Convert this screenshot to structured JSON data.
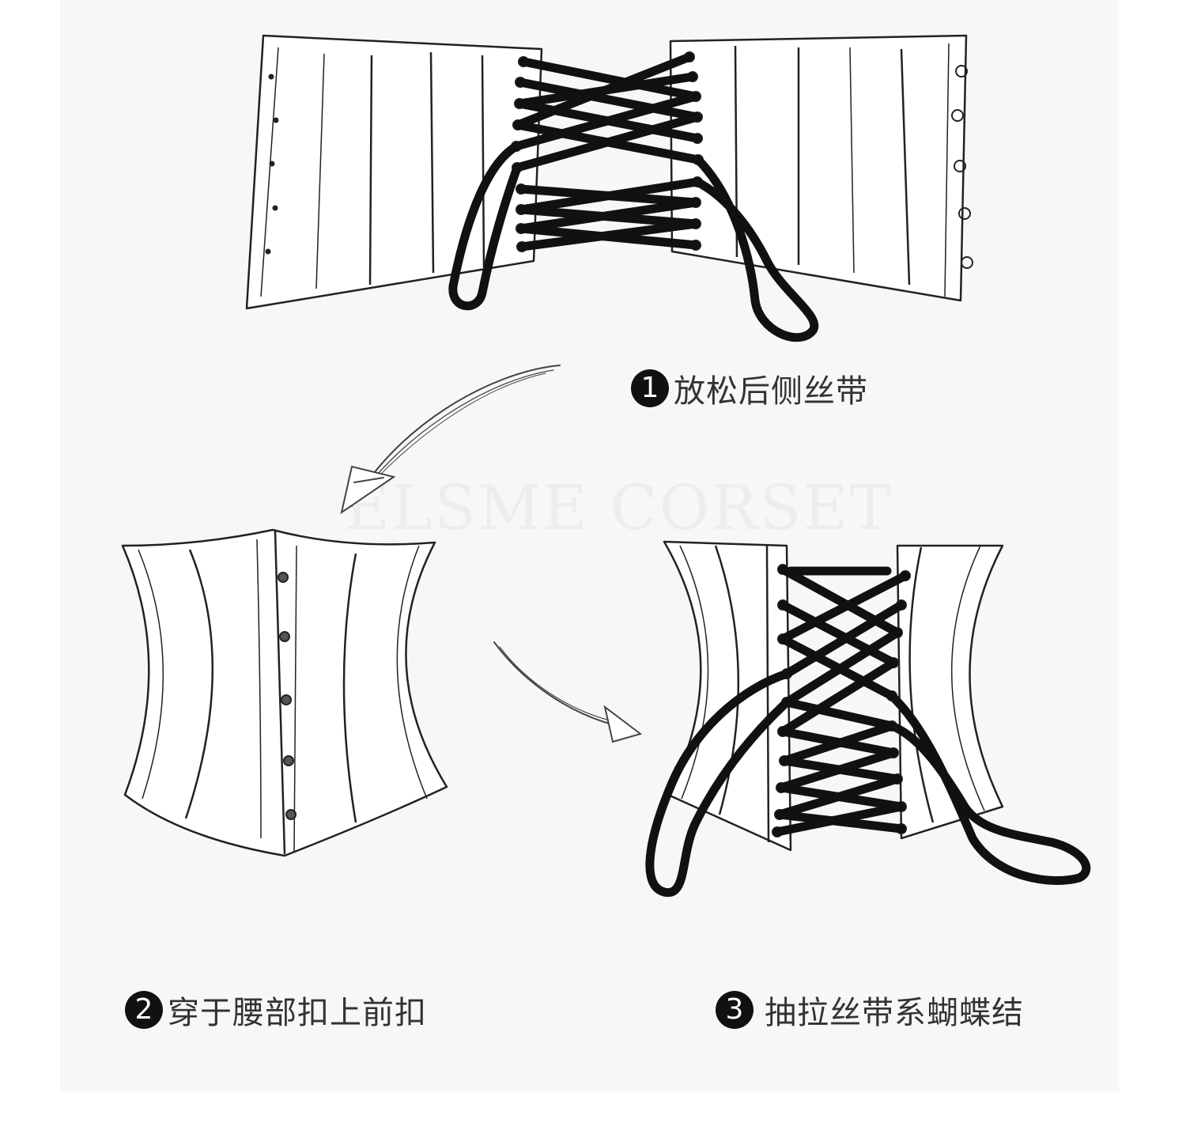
{
  "watermark": "ELSME CORSET",
  "steps": [
    {
      "number": "1",
      "text": "放松后侧丝带"
    },
    {
      "number": "2",
      "text": "穿于腰部扣上前扣"
    },
    {
      "number": "3",
      "text": "抽拉丝带系蝴蝶结"
    }
  ],
  "colors": {
    "background": "#f7f7f7",
    "ink": "#111111",
    "text": "#333333"
  }
}
